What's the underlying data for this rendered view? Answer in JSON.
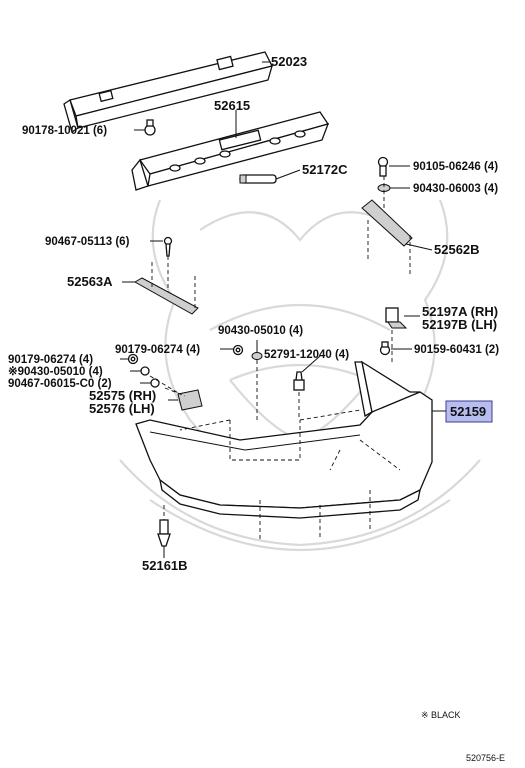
{
  "labels": {
    "p52023": "52023",
    "p90178": "90178-10021 (6)",
    "p52615": "52615",
    "p52172C": "52172C",
    "p90105": "90105-06246 (4)",
    "p90430_06003": "90430-06003 (4)",
    "p90467_05113": "90467-05113 (6)",
    "p52562B": "52562B",
    "p52563A": "52563A",
    "p52197A": "52197A (RH)",
    "p52197B": "52197B (LH)",
    "p90430_05010_top": "90430-05010 (4)",
    "p90179_top": "90179-06274 (4)",
    "p52791": "52791-12040 (4)",
    "p90159": "90159-60431 (2)",
    "p90179_left": "90179-06274 (4)",
    "p90430_05010_left": "※90430-05010 (4)",
    "p90467_06015": "90467-06015-C0 (2)",
    "p52575": "52575 (RH)",
    "p52576": "52576 (LH)",
    "p52159": "52159",
    "p52161B": "52161B"
  },
  "note": "※ BLACK",
  "code": "520756-E",
  "colors": {
    "highlight": "#b8bdf0",
    "ink": "#111111",
    "watermark": "#d9d9d9"
  }
}
